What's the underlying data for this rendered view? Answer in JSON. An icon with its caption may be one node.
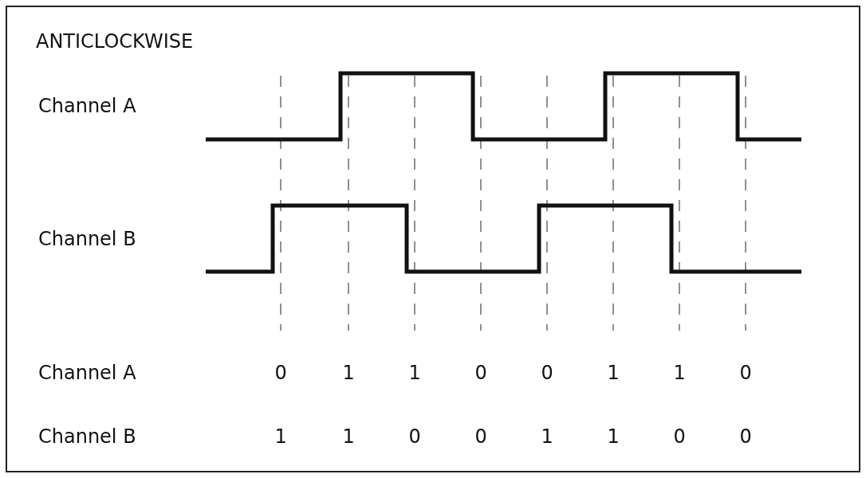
{
  "diagram": {
    "title": "ANTICLOCKWISE",
    "labels": [
      "Channel A",
      "Channel B",
      "Channel A",
      "0",
      "1",
      "1",
      "0",
      "0",
      "1",
      "1",
      "0",
      "Channel B",
      "1",
      "1",
      "0",
      "0",
      "1",
      "1",
      "0",
      "0"
    ]
  }
}
